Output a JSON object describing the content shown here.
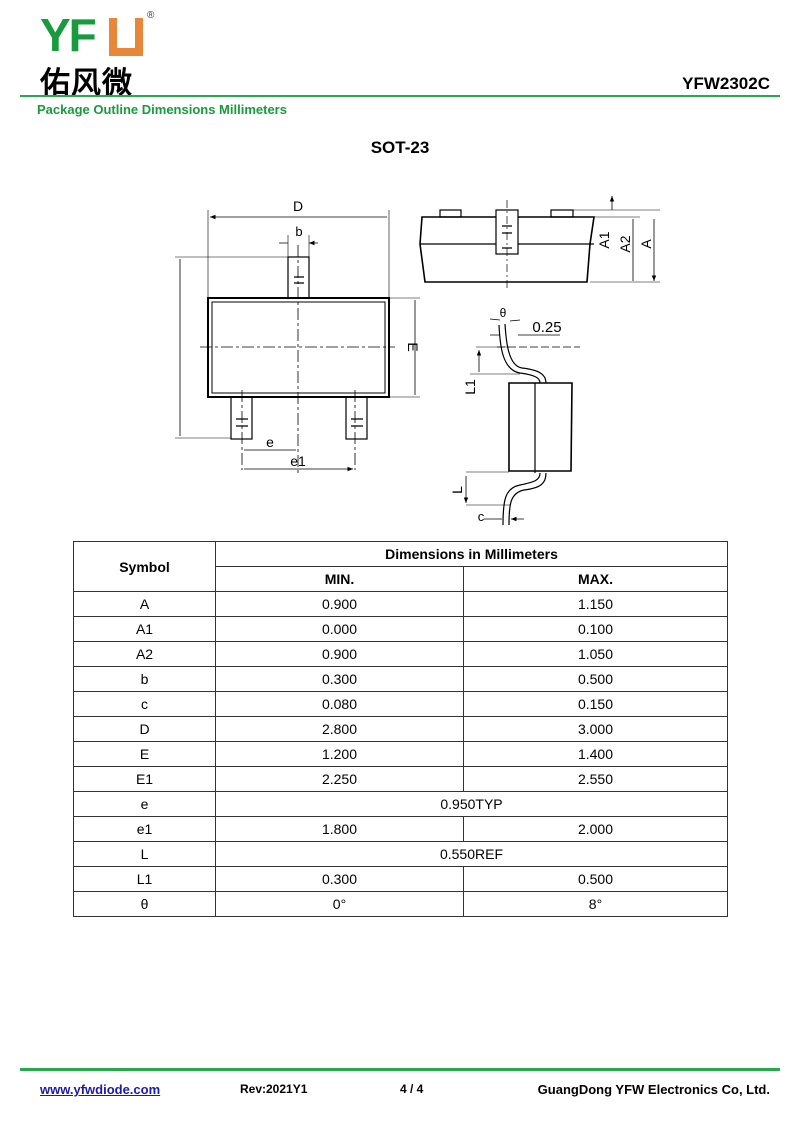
{
  "header": {
    "logo_text": "YFW",
    "logo_chinese": "佑风微",
    "part_number": "YFW2302C",
    "subtitle": "Package Outline Dimensions Millimeters"
  },
  "package_name": "SOT-23",
  "drawing_labels": {
    "D": "D",
    "b": "b",
    "E": "E",
    "e": "e",
    "e1": "e1",
    "A1": "A1",
    "A2": "A2",
    "A": "A",
    "theta": "θ",
    "gauge": "0.25",
    "L1": "L1",
    "L": "L",
    "c": "c"
  },
  "table": {
    "symbol_header": "Symbol",
    "group_header": "Dimensions in Millimeters",
    "min_header": "MIN.",
    "max_header": "MAX.",
    "rows": [
      {
        "symbol": "A",
        "min": "0.900",
        "max": "1.150"
      },
      {
        "symbol": "A1",
        "min": "0.000",
        "max": "0.100"
      },
      {
        "symbol": "A2",
        "min": "0.900",
        "max": "1.050"
      },
      {
        "symbol": "b",
        "min": "0.300",
        "max": "0.500"
      },
      {
        "symbol": "c",
        "min": "0.080",
        "max": "0.150"
      },
      {
        "symbol": "D",
        "min": "2.800",
        "max": "3.000"
      },
      {
        "symbol": "E",
        "min": "1.200",
        "max": "1.400"
      },
      {
        "symbol": "E1",
        "min": "2.250",
        "max": "2.550"
      },
      {
        "symbol": "e",
        "typ": "0.950TYP"
      },
      {
        "symbol": "e1",
        "min": "1.800",
        "max": "2.000"
      },
      {
        "symbol": "L",
        "typ": "0.550REF"
      },
      {
        "symbol": "L1",
        "min": "0.300",
        "max": "0.500"
      },
      {
        "symbol": "θ",
        "min": "0°",
        "max": "8°"
      }
    ]
  },
  "footer": {
    "website": "www.yfwdiode.com",
    "revision": "Rev:2021Y1",
    "page": "4 / 4",
    "company": "GuangDong YFW Electronics Co, Ltd."
  },
  "colors": {
    "brand_green": "#1a9a3e",
    "brand_orange": "#e8873a"
  }
}
